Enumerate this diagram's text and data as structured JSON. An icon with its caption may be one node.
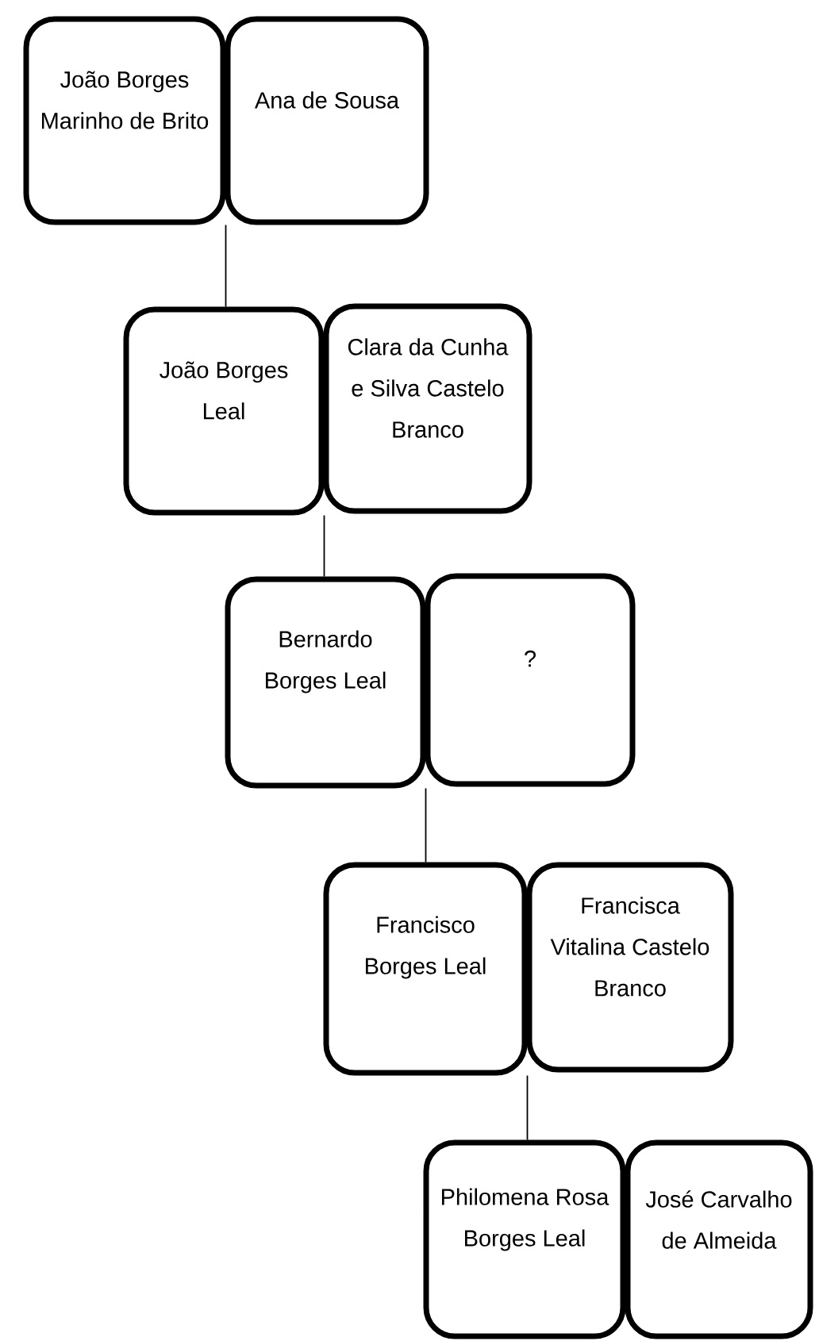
{
  "diagram": {
    "nodes": [
      {
        "text": [
          "João Borges Marinho de Brito"
        ]
      },
      {
        "text": [
          "Ana de Sousa"
        ]
      },
      {
        "text": [
          "João Borges Leal"
        ]
      },
      {
        "text": [
          "Clara da Cunha e Silva Castelo Branco"
        ]
      },
      {
        "text": [
          "Bernardo Borges Leal"
        ]
      },
      {
        "text": [
          "?"
        ]
      },
      {
        "text": [
          "Francisco Borges Leal"
        ]
      },
      {
        "text": [
          "Francisca Vitalina Castelo Branco"
        ]
      },
      {
        "text": [
          "Philomena Rosa Borges Leal"
        ]
      },
      {
        "text": [
          "José Carvalho de Almeida"
        ]
      }
    ],
    "edges": [
      {
        "from": 0,
        "to": 2,
        "arrow": "none"
      },
      {
        "from": 2,
        "to": 4,
        "arrow": "none"
      },
      {
        "from": 4,
        "to": 6,
        "arrow": "none"
      },
      {
        "from": 6,
        "to": 8,
        "arrow": "none"
      }
    ]
  }
}
